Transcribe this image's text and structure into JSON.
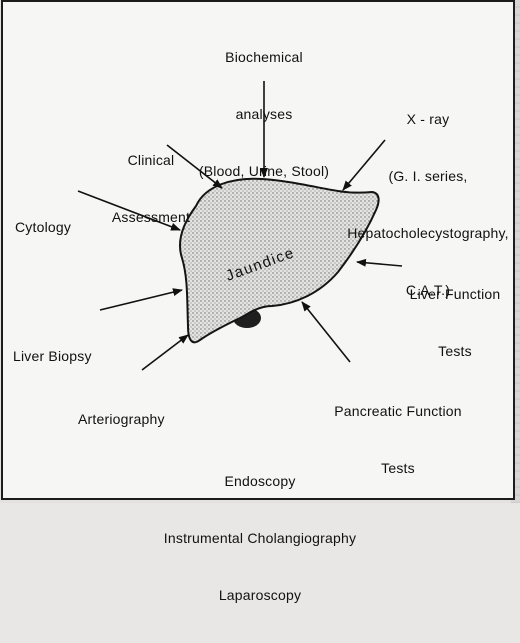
{
  "center_label": "Jaundice",
  "labels": {
    "biochemical": [
      "Biochemical",
      "analyses",
      "(Blood, Urine, Stool)"
    ],
    "xray": [
      "X - ray",
      "(G. I. series,",
      "Hepatocholecystography,",
      "C.A.T.)"
    ],
    "clinical": [
      "Clinical",
      "Assessment"
    ],
    "cytology": [
      "Cytology"
    ],
    "lft": [
      "Liver Function",
      "Tests"
    ],
    "biopsy": [
      "Liver Biopsy"
    ],
    "pancreatic": [
      "Pancreatic Function",
      "Tests"
    ],
    "arteriography": [
      "Arteriography"
    ],
    "endoscopy": [
      "Endoscopy",
      "Instrumental Cholangiography",
      "Laparoscopy"
    ]
  },
  "colors": {
    "ink": "#111111",
    "liver_fill": "#d9d9d6",
    "gallbladder": "#222222"
  }
}
